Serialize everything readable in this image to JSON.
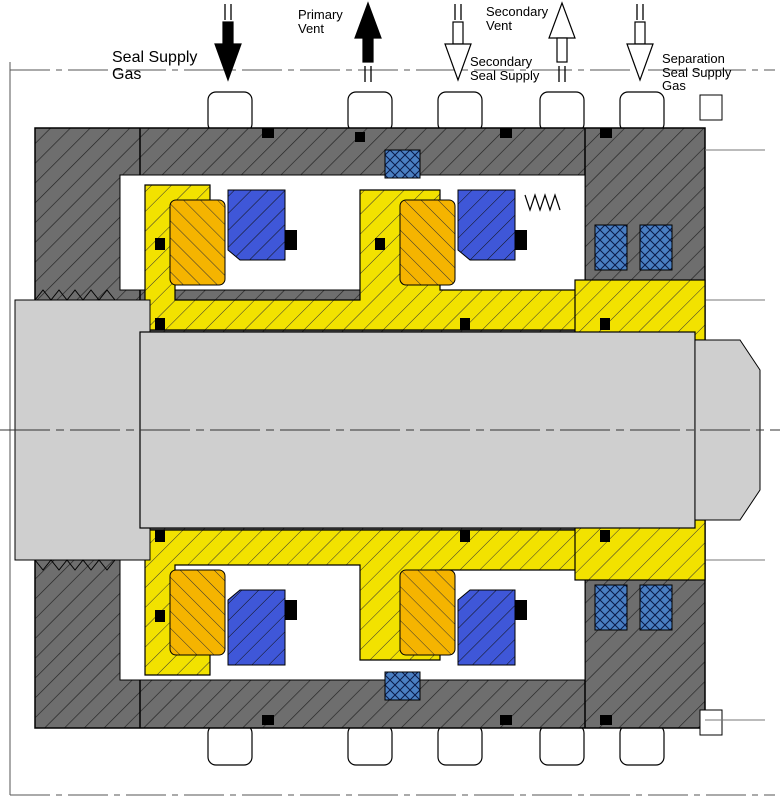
{
  "labels": {
    "seal_supply_gas": [
      "Seal Supply",
      "Gas"
    ],
    "primary_vent": [
      "Primary",
      "Vent"
    ],
    "secondary_seal_supply": [
      "Secondary",
      "Seal Supply"
    ],
    "secondary_vent": [
      "Secondary",
      "Vent"
    ],
    "separation_seal_supply_gas": [
      "Separation",
      "Seal Supply",
      "Gas"
    ]
  },
  "colors": {
    "housing": "#6e6e6e",
    "shaft": "#cfcfcf",
    "sleeve": "#f2e200",
    "stationary_face": "#f5b400",
    "rotating_face": "#3f57d8",
    "separation_seal": "#4a7fc2",
    "outline": "#000000"
  }
}
